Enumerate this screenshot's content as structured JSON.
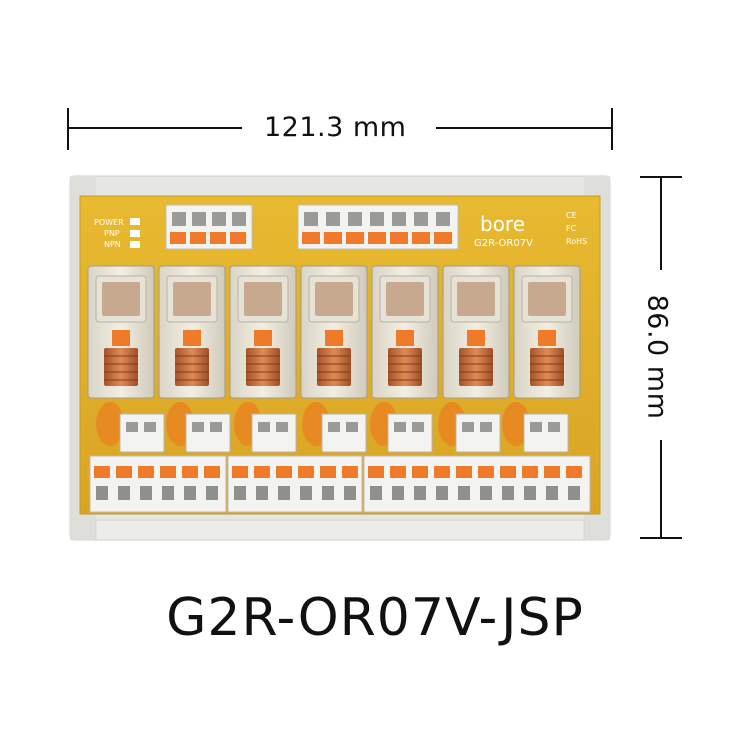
{
  "dimensions": {
    "width": "121.3 mm",
    "height": "86.0 mm"
  },
  "product": {
    "model": "G2R-OR07V-JSP"
  },
  "board": {
    "brand": "bore",
    "board_model": "G2R-OR07V",
    "indicators": [
      "POWER",
      "PNP",
      "NPN"
    ],
    "marks": [
      "CE",
      "FC",
      "RoHS"
    ],
    "relay_count": 7,
    "colors": {
      "pcb": "#e3b22a",
      "rail": "#ececea",
      "terminal_lever": "#ef7a2a",
      "terminal_body": "#f3f3f1",
      "relay_coil": "#c8703c"
    }
  }
}
